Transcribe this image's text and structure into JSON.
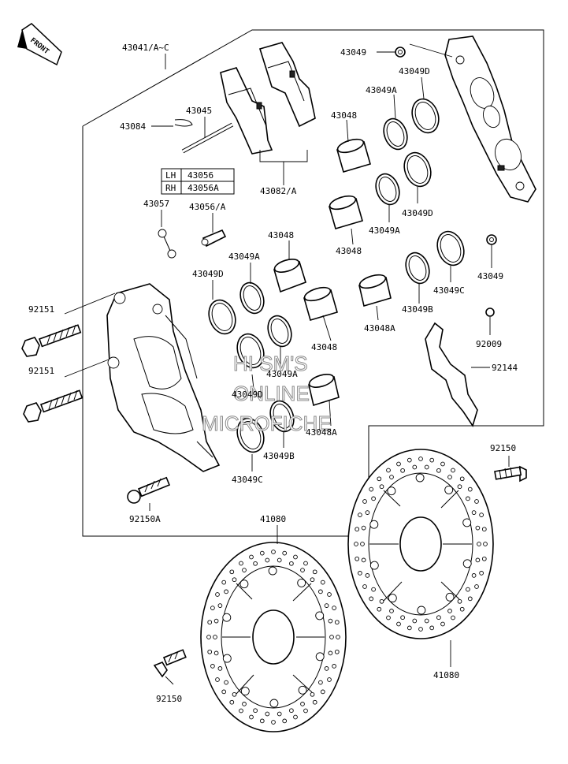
{
  "title": "",
  "front_arrow_label": "FRONT",
  "watermark": [
    "HI SM'S",
    "ONLINE",
    "MICROFICHE"
  ],
  "table_43056": {
    "rows": [
      {
        "side": "LH",
        "part": "43056"
      },
      {
        "side": "RH",
        "part": "43056A"
      }
    ]
  },
  "labels": {
    "l43041": "43041/A~C",
    "l43045": "43045",
    "l43084": "43084",
    "l43082": "43082/A",
    "l43057": "43057",
    "l43056a": "43056/A",
    "l43048_a": "43048",
    "l43049a_1": "43049A",
    "l43049d_1": "43049D",
    "l92151_1": "92151",
    "l92151_2": "92151",
    "l43049a_2": "43049A",
    "l43048_b": "43048",
    "l43049d_2": "43049D",
    "l43049b_1": "43049B",
    "l43048a_1": "43048A",
    "l43049c_1": "43049C",
    "l92150a": "92150A",
    "l43049_top": "43049",
    "l43049d_3": "43049D",
    "l43049a_3": "43049A",
    "l43048_c": "43048",
    "l43049d_4": "43049D",
    "l43049a_4": "43049A",
    "l43048_d": "43048",
    "l43049_right": "43049",
    "l43049c_2": "43049C",
    "l43049b_2": "43049B",
    "l43048a_2": "43048A",
    "l92009": "92009",
    "l92144": "92144",
    "l92150_1": "92150",
    "l41080_1": "41080",
    "l41080_2": "41080",
    "l92150_2": "92150"
  }
}
